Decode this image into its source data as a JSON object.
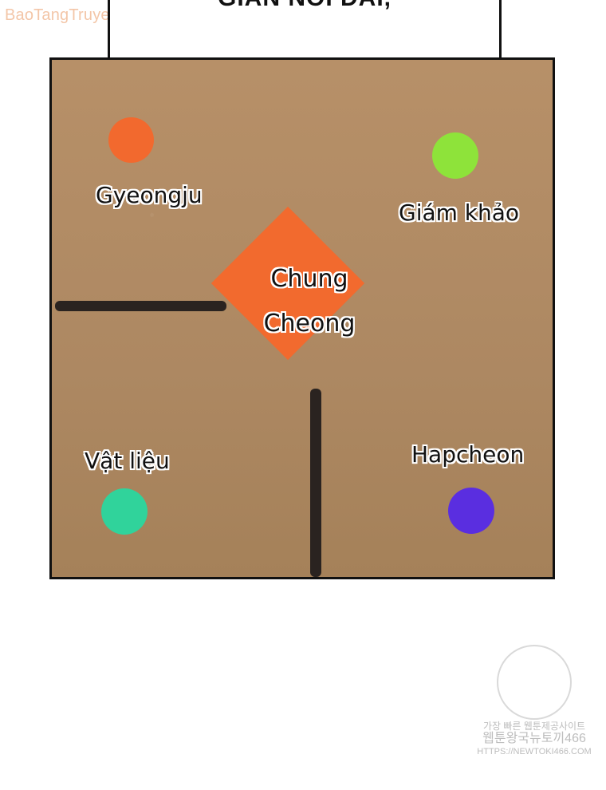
{
  "watermark_top": "BaoTangTruyenVip.Com",
  "speech": {
    "text": "GIAN NỐI DÀI,"
  },
  "map": {
    "labels": {
      "gyeongju": "Gyeongju",
      "giam_khao": "Giám khảo",
      "chung_line1": "Chung",
      "chung_line2": "Cheong",
      "vat_lieu": "Vật liệu",
      "hapcheon": "Hapcheon"
    },
    "colors": {
      "gyeongju": "#f2692e",
      "giam_khao": "#8ee33a",
      "center": "#f26a2e",
      "vat_lieu": "#30d39b",
      "hapcheon": "#5a2ee0"
    }
  },
  "watermark_bottom": {
    "line1": "가장 빠른 웹툰제공사이트",
    "line2": "웹툰왕국뉴토끼466",
    "line3": "HTTPS://NEWTOKI466.COM"
  }
}
